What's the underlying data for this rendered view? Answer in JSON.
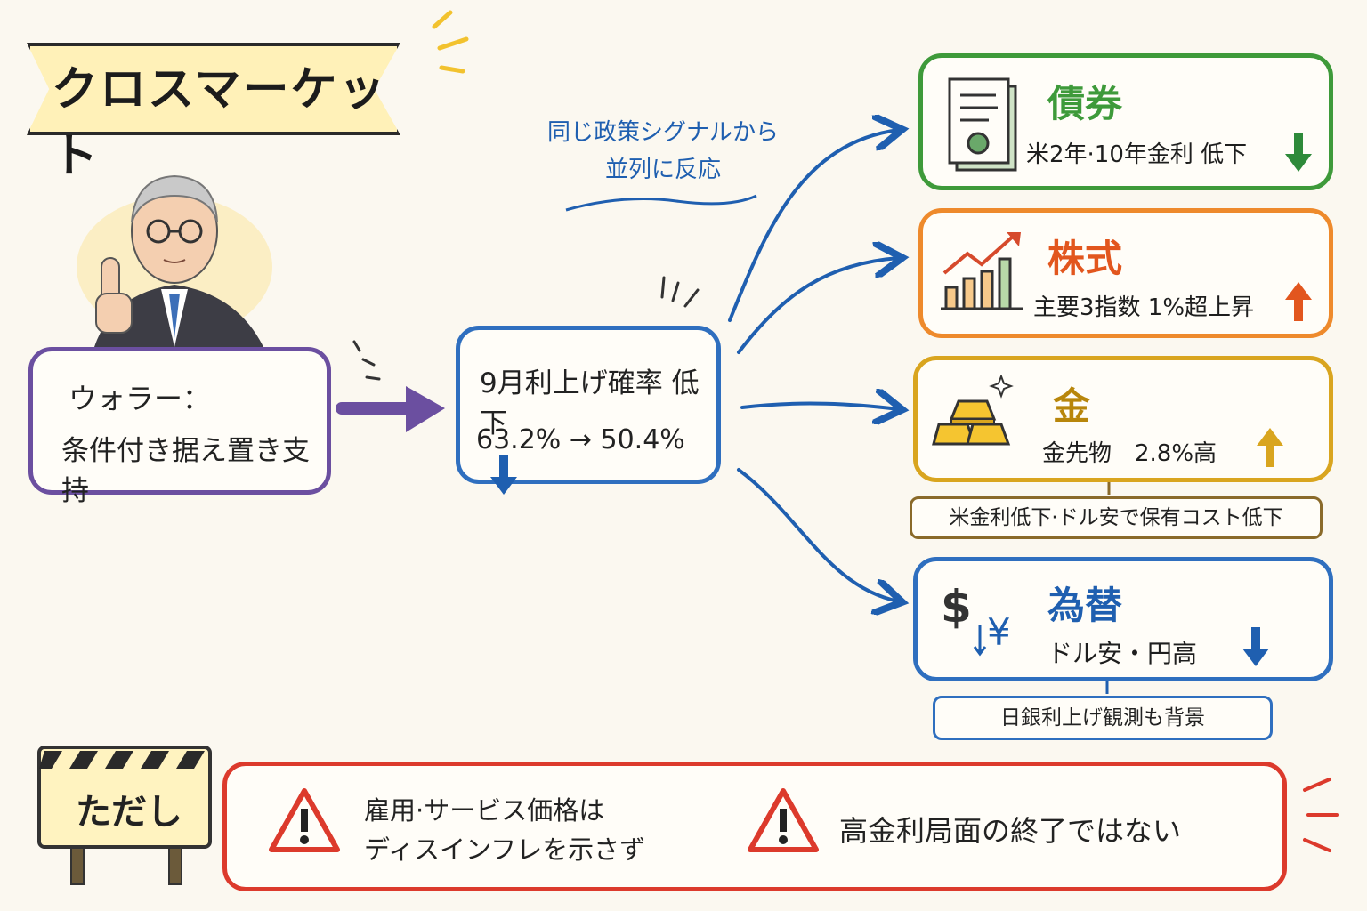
{
  "title": "クロスマーケット",
  "speaker": {
    "line1": "ウォラー：",
    "line2": "条件付き据え置き支持"
  },
  "probability": {
    "line1": "9月利上げ確率 低下",
    "line2": "63.2% → 50.4%"
  },
  "annotation": {
    "line1": "同じ政策シグナルから",
    "line2": "並列に反応"
  },
  "assets": {
    "bonds": {
      "name": "債券",
      "desc": "米2年·10年金利 低下",
      "direction": "down",
      "color": "#3e9a3a",
      "icon": "bond-certificate-icon"
    },
    "stocks": {
      "name": "株式",
      "desc": "主要3指数 1%超上昇",
      "direction": "up",
      "color": "#e2561e",
      "icon": "bar-chart-rising-icon"
    },
    "gold": {
      "name": "金",
      "desc": "金先物　2.8%高",
      "direction": "up",
      "color": "#b8860b",
      "icon": "gold-bars-icon",
      "note": "米金利低下·ドル安で保有コスト低下"
    },
    "fx": {
      "name": "為替",
      "desc": "ドル安・円高",
      "direction": "down",
      "color": "#1f5fb0",
      "icon": "dollar-yen-icon",
      "note": "日銀利上げ観測も背景"
    }
  },
  "caveat": {
    "label": "ただし",
    "item1_line1": "雇用·サービス価格は",
    "item1_line2": "ディスインフレを示さず",
    "item2": "高金利局面の終了ではない"
  },
  "colors": {
    "purple": "#6b4fa0",
    "blue": "#2f6fbf",
    "red": "#dc3a2c",
    "yellow": "#f2c22e"
  }
}
